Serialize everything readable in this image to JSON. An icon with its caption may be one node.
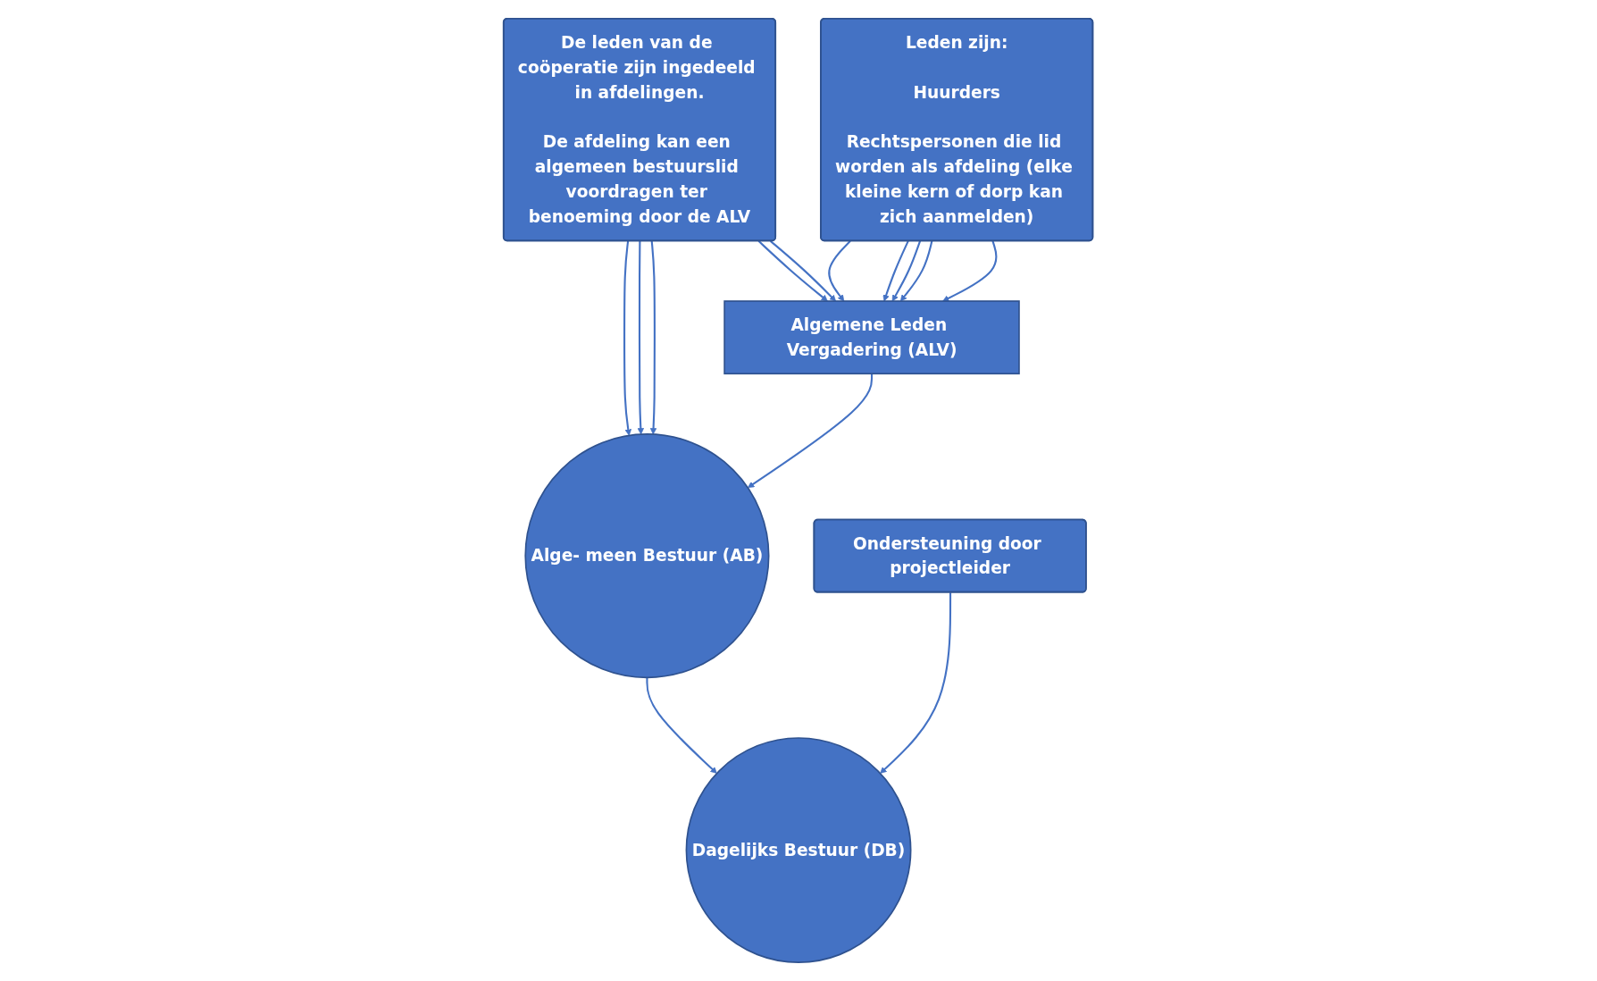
{
  "diagram": {
    "nodes": [
      {
        "text": [
          "De leden van de coöperatie zijn ingedeeld in afdelingen.",
          "De afdeling kan een algemeen bestuurslid voordragen ter benoeming door de ALV"
        ]
      },
      {
        "text": [
          "Algemene Leden Vergadering (ALV)"
        ]
      },
      {
        "text": [
          "Alge- meen Bestuur (AB)"
        ]
      },
      {
        "text": [
          "Dagelijks Bestuur (DB)"
        ]
      },
      {
        "text": [
          "Leden zijn:",
          "Huurders",
          "Rechtspersonen die lid worden als afdeling (elke kleine kern of dorp kan zich aanmelden)"
        ]
      },
      {
        "text": [
          "Ondersteuning door projectleider"
        ]
      }
    ],
    "edges": [
      {
        "from": 0,
        "to": 1,
        "arrow": "to"
      },
      {
        "from": 0,
        "to": 1,
        "arrow": "to"
      },
      {
        "from": 0,
        "to": 2,
        "arrow": "to"
      },
      {
        "from": 0,
        "to": 2,
        "arrow": "to"
      },
      {
        "from": 0,
        "to": 2,
        "arrow": "to"
      },
      {
        "from": 1,
        "to": 2,
        "arrow": "to"
      },
      {
        "from": 2,
        "to": 3,
        "arrow": "to"
      },
      {
        "from": 4,
        "to": 1,
        "arrow": "to"
      },
      {
        "from": 4,
        "to": 1,
        "arrow": "to"
      },
      {
        "from": 4,
        "to": 1,
        "arrow": "to"
      },
      {
        "from": 4,
        "to": 1,
        "arrow": "to"
      },
      {
        "from": 4,
        "to": 1,
        "arrow": "to"
      },
      {
        "from": 5,
        "to": 3,
        "arrow": "to"
      }
    ]
  }
}
